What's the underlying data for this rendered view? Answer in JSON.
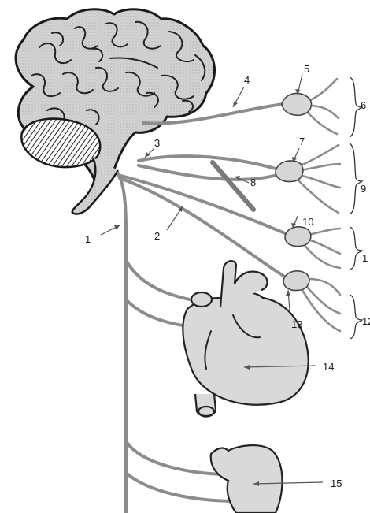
{
  "labels": {
    "l1": "1",
    "l2": "2",
    "l3": "3",
    "l4": "4",
    "l5": "5",
    "l6": "6",
    "l7": "7",
    "l8": "8",
    "l9": "9",
    "l10": "10",
    "l11": "1",
    "l12": "12",
    "l13": "13",
    "l14": "14",
    "l15": "15"
  }
}
